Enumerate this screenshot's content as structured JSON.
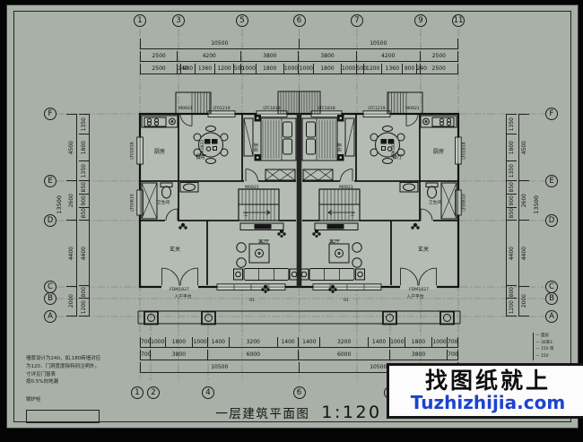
{
  "grid": {
    "top": [
      "1",
      "3",
      "5",
      "6",
      "7",
      "9",
      "11"
    ],
    "bottom": [
      "1",
      "2",
      "4",
      "6",
      "8"
    ],
    "left": [
      "F",
      "E",
      "D",
      "C",
      "B",
      "A"
    ],
    "right": [
      "F",
      "E",
      "D",
      "C",
      "B",
      "A"
    ]
  },
  "dims": {
    "top": {
      "total": [
        "10500",
        "10500"
      ],
      "mid": [
        "2500",
        "4200",
        "3800",
        "3800",
        "4200",
        "2500"
      ],
      "fine": [
        "2500",
        "240",
        "900",
        "1360",
        "1200",
        "500",
        "1000",
        "1800",
        "1000",
        "1000",
        "1800",
        "1000",
        "500",
        "1200",
        "1360",
        "900",
        "240",
        "2500"
      ]
    },
    "bottom": {
      "fine": [
        "700",
        "1000",
        "1800",
        "1000",
        "1400",
        "3200",
        "1400",
        "1400",
        "3200",
        "1400",
        "1000",
        "1800",
        "1000",
        "700"
      ],
      "mid": [
        "700",
        "3800",
        "6000",
        "6000",
        "3800",
        "700"
      ],
      "total": [
        "10500",
        "10500"
      ]
    },
    "side": {
      "total": "13500",
      "main": [
        "4500",
        "2600",
        "4400",
        "2000"
      ],
      "fine": [
        "1350",
        "1800",
        "1350",
        "850",
        "900",
        "850",
        "4400",
        "800",
        "1200"
      ]
    }
  },
  "rooms": {
    "kitchen": "厨房",
    "dining": "餐厅",
    "bedroom": "卧室",
    "bath": "卫生间",
    "living": "客厅",
    "foyer": "玄关",
    "entry_platform": "入户平台",
    "up": "上",
    "mark01": "01"
  },
  "openings": {
    "m0921": "M0921",
    "lt01219": "LT01219",
    "ltc1219": "LTC1219",
    "ltc1818": "LTC1818",
    "lt01818": "LT01818",
    "lt00819": "LT00819",
    "ltm1822": "LTM1822",
    "fdm1827": "FDM1827"
  },
  "title": {
    "name": "一层建筑平面图",
    "scale": "1:120"
  },
  "notes": {
    "lines": [
      "墙厚设计为240，如,180砖墙对应",
      "为120．门洞宽度除特别注明外，",
      "寸详见门窗表",
      "按0.5%向地漏"
    ],
    "boiler": "锅炉栓"
  },
  "legend": {
    "lines": [
      "面层",
      "30厚1:",
      "150 厚",
      "150"
    ]
  },
  "watermark": {
    "line1": "找图纸就上",
    "line2": "Tuzhizhijia.com"
  },
  "colors": {
    "watermark_blue": "#1c43cf",
    "paper": "#a9b0a8",
    "floor": "#b4bcb4"
  }
}
